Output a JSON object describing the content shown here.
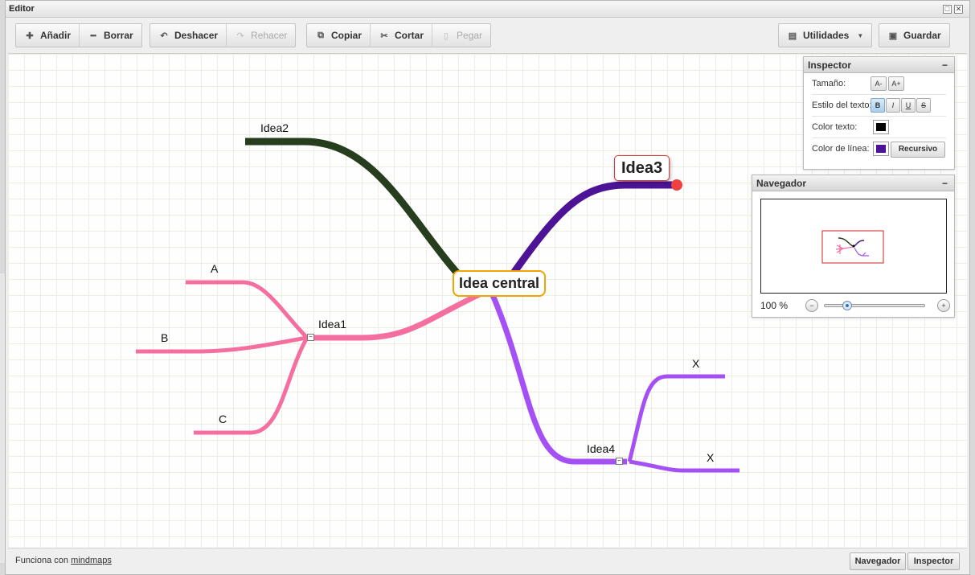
{
  "window": {
    "title": "Editor",
    "maximize_glyph": "□",
    "close_glyph": "✕"
  },
  "toolbar": {
    "add": {
      "label": "Añadir",
      "icon": "plus-icon",
      "glyph": "✚"
    },
    "delete": {
      "label": "Borrar",
      "icon": "minus-icon",
      "glyph": "━"
    },
    "undo": {
      "label": "Deshacer",
      "icon": "undo-icon",
      "glyph": "↶"
    },
    "redo": {
      "label": "Rehacer",
      "icon": "redo-icon",
      "glyph": "↷"
    },
    "copy": {
      "label": "Copiar",
      "icon": "copy-icon",
      "glyph": "⧉"
    },
    "cut": {
      "label": "Cortar",
      "icon": "scissors-icon",
      "glyph": "✂"
    },
    "paste": {
      "label": "Pegar",
      "icon": "paste-icon",
      "glyph": "▯"
    },
    "utilities": {
      "label": "Utilidades",
      "icon": "document-icon",
      "glyph": "▤",
      "caret": "▼"
    },
    "save": {
      "label": "Guardar",
      "icon": "save-icon",
      "glyph": "▣"
    }
  },
  "mindmap": {
    "central": "Idea central",
    "branches": {
      "idea1": {
        "label": "Idea1",
        "color": "#f56ea0",
        "children": [
          "A",
          "B",
          "C"
        ]
      },
      "idea2": {
        "label": "Idea2",
        "color": "#263d1e"
      },
      "idea3": {
        "label": "Idea3",
        "color": "#4d1396"
      },
      "idea4": {
        "label": "Idea4",
        "color": "#a550f5",
        "children": [
          "X",
          "X"
        ]
      }
    },
    "collapse_glyph": "−"
  },
  "inspector": {
    "title": "Inspector",
    "minimize_glyph": "−",
    "size_label": "Tamaño:",
    "size_smaller": "A-",
    "size_larger": "A+",
    "style_label": "Estilo del texto:",
    "style_bold": "B",
    "style_italic": "I",
    "style_underline": "U",
    "style_strike": "S",
    "text_color_label": "Color texto:",
    "text_color": "#000000",
    "line_color_label": "Color de línea:",
    "line_color": "#4d1396",
    "recursive_button": "Recursivo"
  },
  "navigator": {
    "title": "Navegador",
    "minimize_glyph": "−",
    "zoom": "100 %",
    "zoom_fraction": 0.2,
    "zoom_out_glyph": "−",
    "zoom_in_glyph": "+"
  },
  "footer": {
    "powered_prefix": "Funciona con ",
    "powered_link": "mindmaps",
    "navigator_button": "Navegador",
    "inspector_button": "Inspector"
  }
}
